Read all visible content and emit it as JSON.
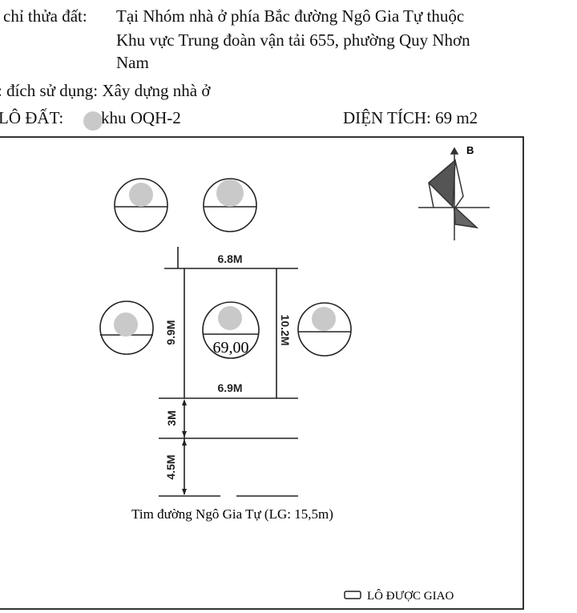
{
  "header": {
    "address_label": "chỉ thửa đất:",
    "address_line1": "Tại Nhóm nhà ở phía Bắc đường Ngô Gia Tự thuộc",
    "address_line2": "Khu vực Trung đoàn vận tải 655, phường Quy Nhơn",
    "address_line3": "Nam",
    "purpose": ": đích sử dụng: Xây dựng nhà ở",
    "lot_label": "LÔ ĐẤT:",
    "lot_zone": "khu OQH-2",
    "area": "DIỆN TÍCH: 69 m2"
  },
  "diagram": {
    "north_label": "B",
    "top_width": "6.8M",
    "bottom_width": "6.9M",
    "left_depth": "9.9M",
    "right_depth": "10.2M",
    "lot_area_value": "69,00",
    "setback": "3M",
    "half_road": "4.5M",
    "road_caption": "Tim đường Ngô Gia Tự (LG: 15,5m)",
    "legend_label": "LÔ ĐƯỢC GIAO"
  }
}
